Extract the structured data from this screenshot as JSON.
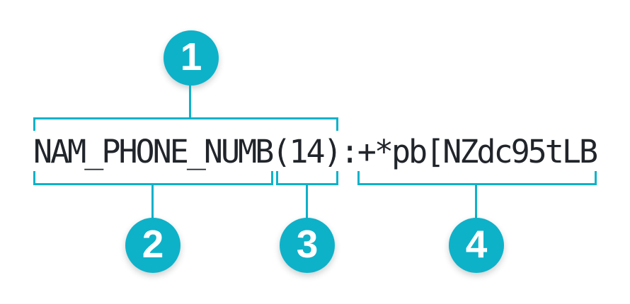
{
  "diagram": {
    "token_text": "NAM_PHONE_NUMB(14):+*pb[NZdc95tLB",
    "separator_char": ":",
    "segments": [
      {
        "number": "1",
        "covers": "NAM_PHONE_NUMB(14)",
        "bracket_position": "above"
      },
      {
        "number": "2",
        "covers": "NAM_PHONE_NUMB",
        "bracket_position": "below"
      },
      {
        "number": "3",
        "covers": "(14)",
        "bracket_position": "below"
      },
      {
        "number": "4",
        "covers": "+*pb[NZdc95tLB",
        "bracket_position": "below"
      }
    ],
    "colors": {
      "accent": "#0db2c9",
      "text": "#21252b",
      "background": "#ffffff"
    }
  }
}
